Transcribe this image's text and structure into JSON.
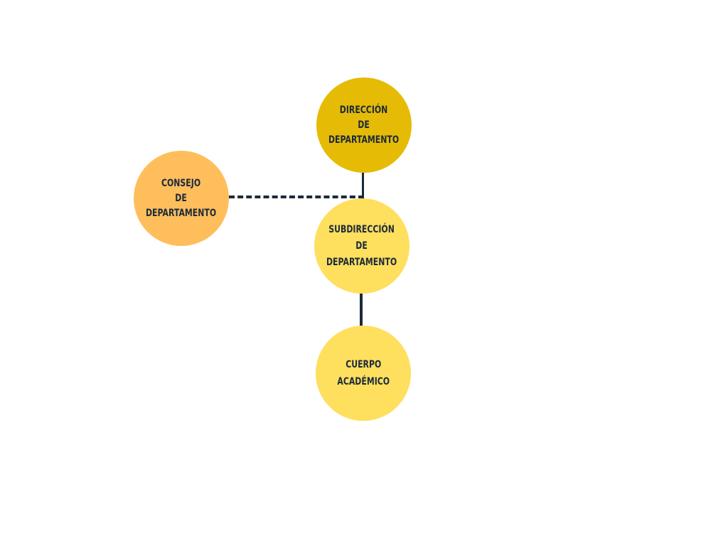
{
  "colors": {
    "line": "#1b2a3a",
    "text": "#1b2a3a",
    "direccion_fill": "#e6bb06",
    "consejo_fill": "#ffbe5c",
    "subdireccion_fill": "#ffdf5e",
    "cuerpo_fill": "#ffdf5e"
  },
  "nodes": {
    "direccion": {
      "lines": [
        "DIRECCIÓN",
        "DE",
        "DEPARTAMENTO"
      ]
    },
    "consejo": {
      "lines": [
        "CONSEJO",
        "DE",
        "DEPARTAMENTO"
      ]
    },
    "subdireccion": {
      "lines": [
        "SUBDIRECCIÓN",
        "DE",
        "DEPARTAMENTO"
      ]
    },
    "cuerpo": {
      "lines": [
        "CUERPO",
        "ACADÉMICO"
      ]
    }
  },
  "connections": [
    {
      "from": "direccion",
      "to": "subdireccion",
      "style": "solid"
    },
    {
      "from": "consejo",
      "to": "direccion",
      "style": "dashed"
    },
    {
      "from": "subdireccion",
      "to": "cuerpo",
      "style": "solid"
    }
  ]
}
